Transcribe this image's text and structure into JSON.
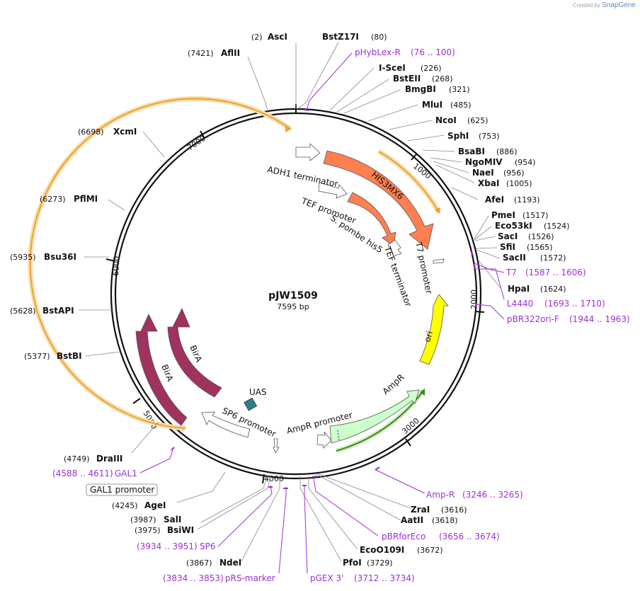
{
  "credit": {
    "prefix": "Created by",
    "brand": "SnapGene"
  },
  "plasmid": {
    "name": "pJW1509",
    "size_label": "7595 bp",
    "length": 7595
  },
  "ticks": [
    "1000",
    "2000",
    "3000",
    "4000",
    "5000",
    "6000",
    "7000"
  ],
  "enzymes": [
    {
      "name": "AscI",
      "pos": "(2)"
    },
    {
      "name": "BstZ17I",
      "pos": "(80)"
    },
    {
      "name": "AflII",
      "pos": "(7421)"
    },
    {
      "name": "I-SceI",
      "pos": "(226)"
    },
    {
      "name": "BstEII",
      "pos": "(268)"
    },
    {
      "name": "BmgBI",
      "pos": "(321)"
    },
    {
      "name": "MluI",
      "pos": "(485)"
    },
    {
      "name": "NcoI",
      "pos": "(625)"
    },
    {
      "name": "XcmI",
      "pos": "(6698)"
    },
    {
      "name": "SphI",
      "pos": "(753)"
    },
    {
      "name": "BsaBI",
      "pos": "(886)"
    },
    {
      "name": "NgoMIV",
      "pos": "(954)"
    },
    {
      "name": "NaeI",
      "pos": "(956)"
    },
    {
      "name": "XbaI",
      "pos": "(1005)"
    },
    {
      "name": "AfeI",
      "pos": "(1193)"
    },
    {
      "name": "PflMI",
      "pos": "(6273)"
    },
    {
      "name": "PmeI",
      "pos": "(1517)"
    },
    {
      "name": "Eco53kI",
      "pos": "(1524)"
    },
    {
      "name": "SacI",
      "pos": "(1526)"
    },
    {
      "name": "SfiI",
      "pos": "(1565)"
    },
    {
      "name": "SacII",
      "pos": "(1572)"
    },
    {
      "name": "Bsu36I",
      "pos": "(5935)"
    },
    {
      "name": "HpaI",
      "pos": "(1624)"
    },
    {
      "name": "BstAPI",
      "pos": "(5628)"
    },
    {
      "name": "BstBI",
      "pos": "(5377)"
    },
    {
      "name": "DraIII",
      "pos": "(4749)"
    },
    {
      "name": "AgeI",
      "pos": "(4245)"
    },
    {
      "name": "ZraI",
      "pos": "(3616)"
    },
    {
      "name": "AatII",
      "pos": "(3618)"
    },
    {
      "name": "SalI",
      "pos": "(3987)"
    },
    {
      "name": "BsiWI",
      "pos": "(3975)"
    },
    {
      "name": "EcoO109I",
      "pos": "(3672)"
    },
    {
      "name": "NdeI",
      "pos": "(3867)"
    },
    {
      "name": "PfoI",
      "pos": "(3729)"
    }
  ],
  "primers": [
    {
      "name": "pHybLex-R",
      "range": "(76 .. 100)"
    },
    {
      "name": "T7",
      "range": "(1587 .. 1606)"
    },
    {
      "name": "L4440",
      "range": "(1693 .. 1710)"
    },
    {
      "name": "pBR322ori-F",
      "range": "(1944 .. 1963)"
    },
    {
      "name": "Amp-R",
      "range": "(3246 .. 3265)"
    },
    {
      "name": "pBRforEco",
      "range": "(3656 .. 3674)"
    },
    {
      "name": "GAL1",
      "range": "(4588 .. 4611)"
    },
    {
      "name": "SP6",
      "range": "(3934 .. 3951)"
    },
    {
      "name": "pRS-marker",
      "range": "(3834 .. 3853)"
    },
    {
      "name": "pGEX 3'",
      "range": "(3712 .. 3734)"
    }
  ],
  "features": [
    {
      "name": "ADH1 terminator",
      "color": "#ffffff"
    },
    {
      "name": "HIS3MX6",
      "color": "#ff7f50"
    },
    {
      "name": "TEF promoter",
      "color": "#ffffff"
    },
    {
      "name": "S. pombe his5",
      "color": "#ff7f50"
    },
    {
      "name": "TEF terminator",
      "color": "#ffffff"
    },
    {
      "name": "T7 promoter",
      "color": "#ffffff"
    },
    {
      "name": "ori",
      "color": "#ffff00"
    },
    {
      "name": "AmpR",
      "color": "#ccffcc"
    },
    {
      "name": "AmpR promoter",
      "color": "#ffffff"
    },
    {
      "name": "UAS",
      "color": "#2f7e8c"
    },
    {
      "name": "SP6 promoter",
      "color": "#ffffff"
    },
    {
      "name": "BirA",
      "color": "#a0325f"
    },
    {
      "name": "BirA",
      "color": "#a0325f"
    },
    {
      "name": "GAL1 promoter",
      "color": "#ffffff"
    }
  ],
  "colors": {
    "primer": "#9b30d6",
    "orf_orange": "#f0a030",
    "orf_green": "#3a8a1a"
  }
}
